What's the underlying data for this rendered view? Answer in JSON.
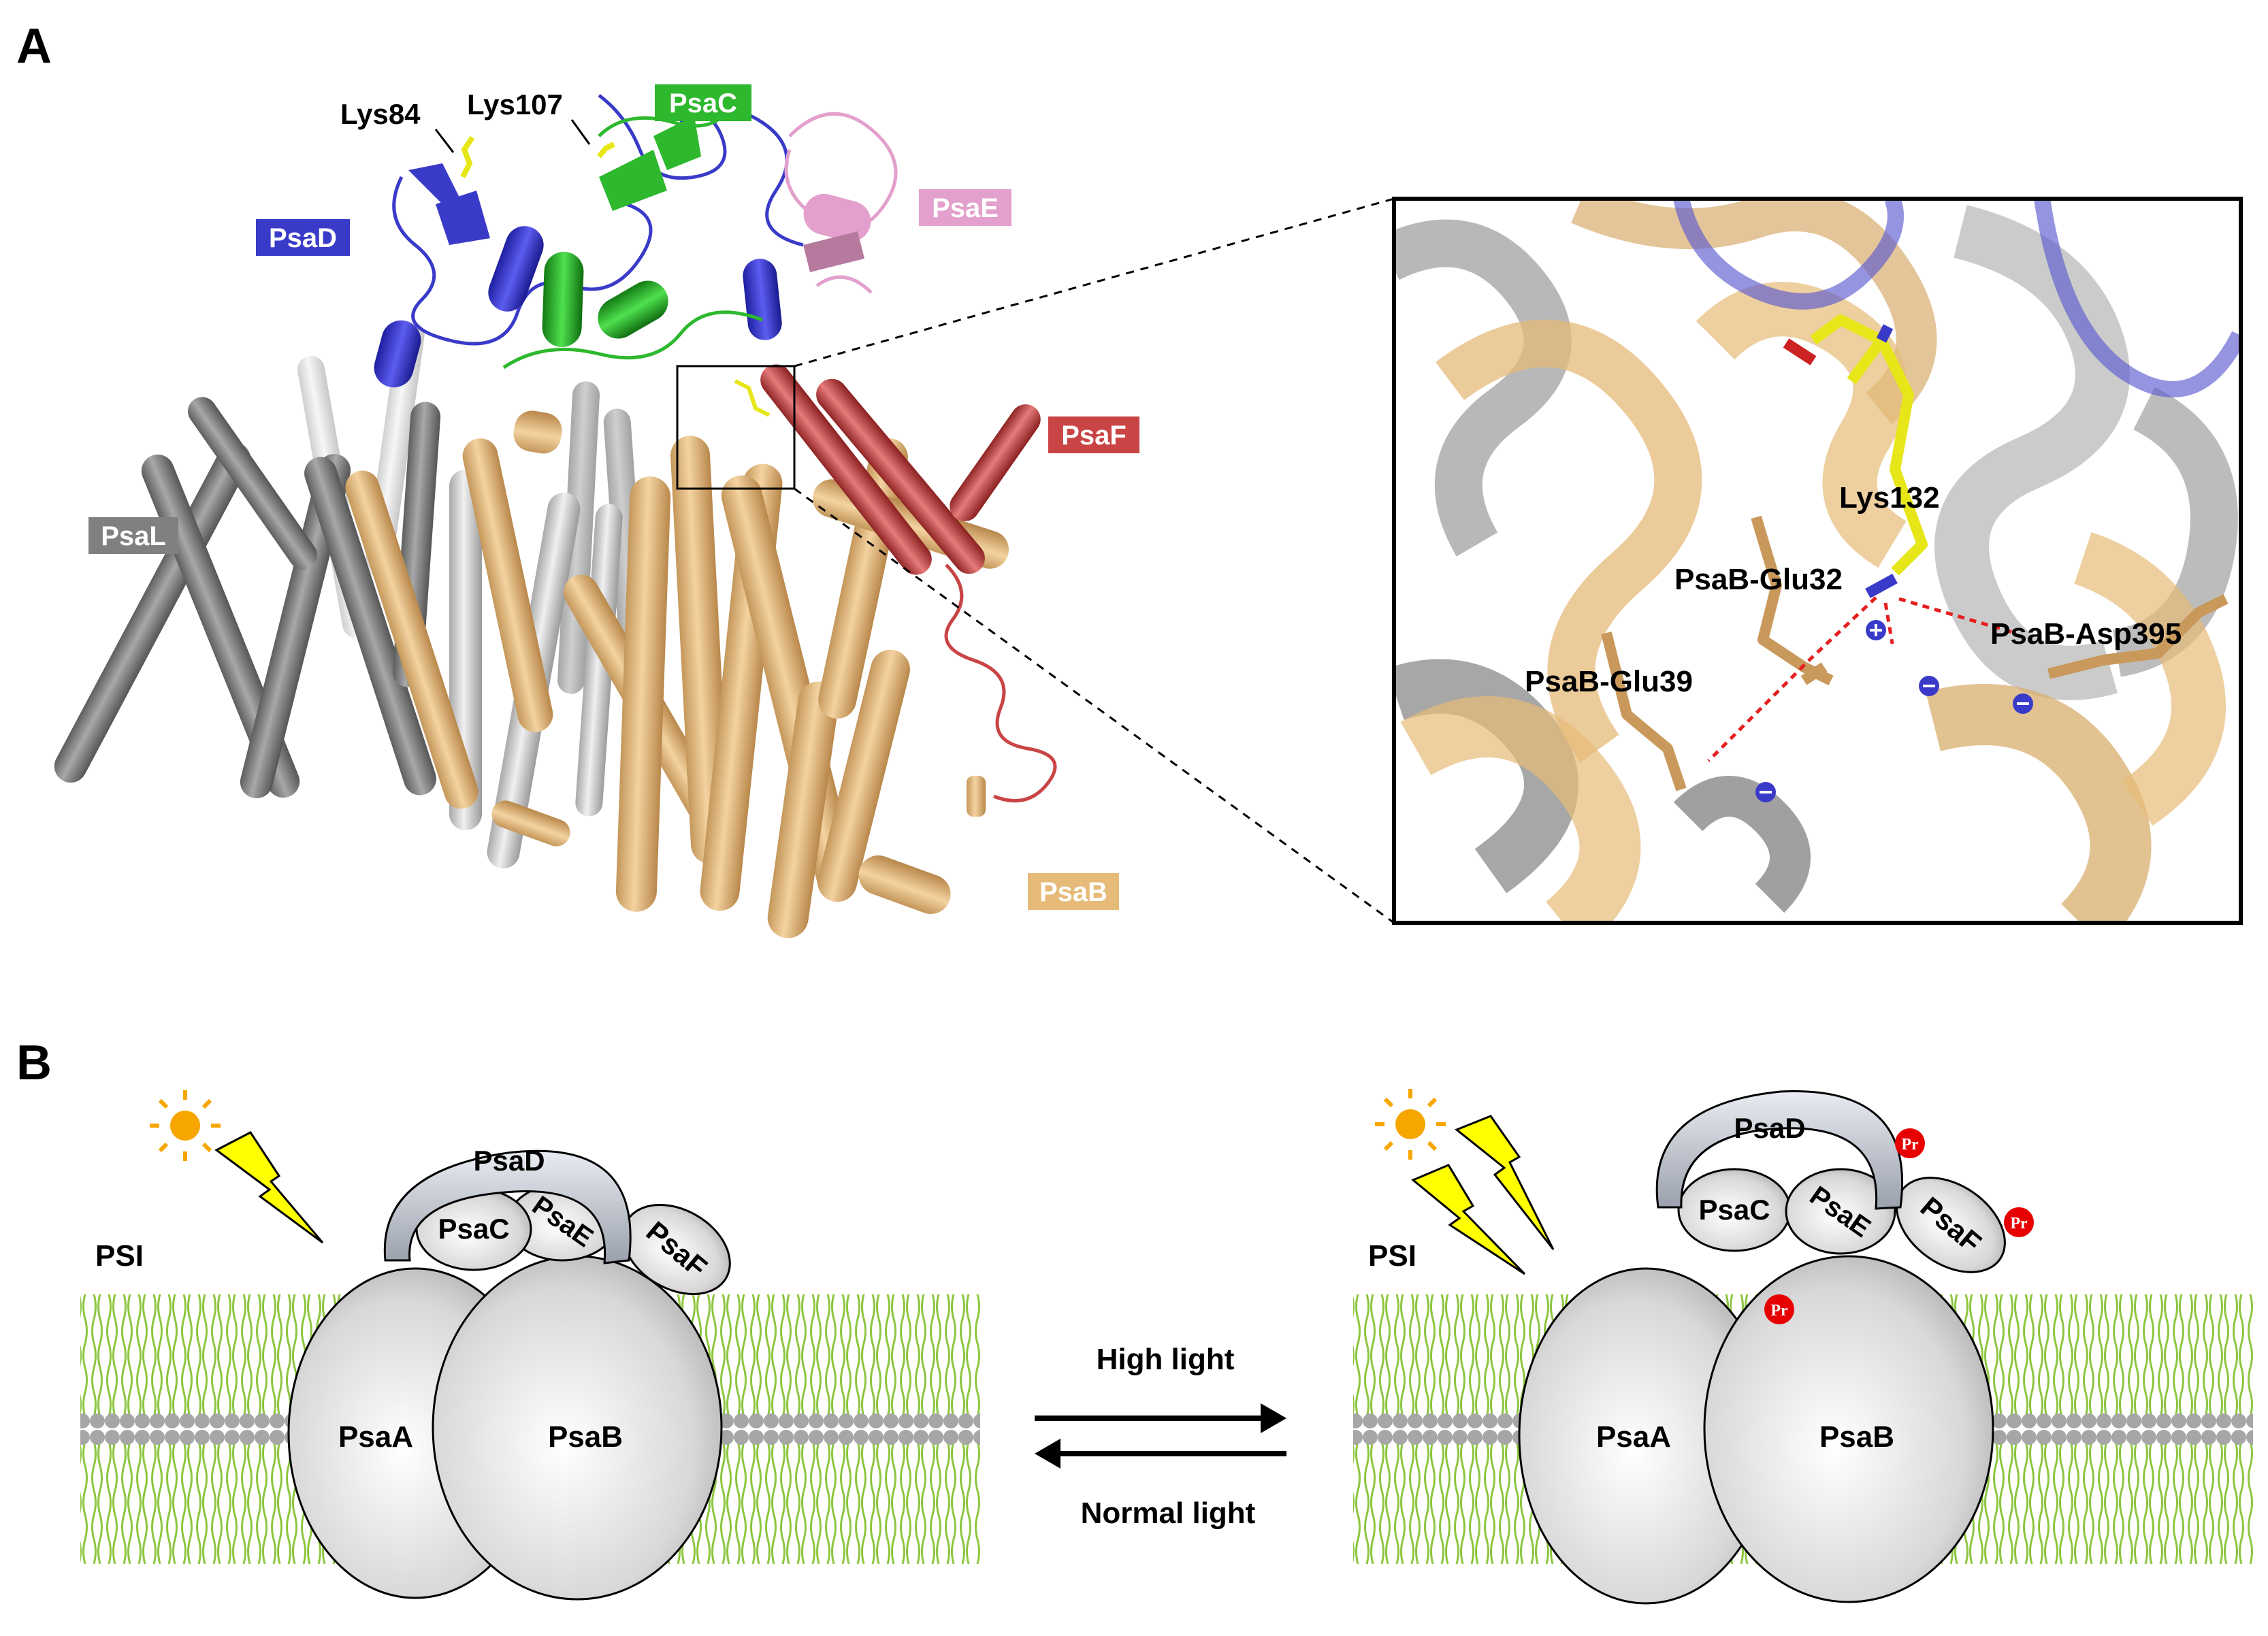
{
  "panel_a": {
    "letter": "A",
    "structure_labels": {
      "lys84": "Lys84",
      "lys107": "Lys107",
      "psac": "PsaC",
      "psad": "PsaD",
      "psae": "PsaE",
      "psaf": "PsaF",
      "psal": "PsaL",
      "psab": "PsaB"
    },
    "zoom_labels": {
      "lys132": "Lys132",
      "glu32": "PsaB-Glu32",
      "asp395": "PsaB-Asp395",
      "glu39": "PsaB-Glu39"
    },
    "colors": {
      "psad": "#3a3ac9",
      "psac": "#2db82d",
      "psae": "#e3a0cc",
      "psaf": "#c94444",
      "psal": "#808080",
      "psab": "#e6ba78",
      "lys": "#e6e619"
    }
  },
  "panel_b": {
    "letter": "B",
    "left": {
      "psi": "PSI",
      "psaa": "PsaA",
      "psab": "PsaB",
      "psac": "PsaC",
      "psad": "PsaD",
      "psae": "PsaE",
      "psaf": "PsaF"
    },
    "right": {
      "psi": "PSI",
      "psaa": "PsaA",
      "psab": "PsaB",
      "psac": "PsaC",
      "psad": "PsaD",
      "psae": "PsaE",
      "psaf": "PsaF",
      "pr": "Pr"
    },
    "arrow_top": "High light",
    "arrow_bottom": "Normal light",
    "colors": {
      "membrane_tail": "#8cc63f",
      "head": "#a6a6a6",
      "pr_badge": "#e60000",
      "sun": "#f7a600",
      "bolt": "#ffff00"
    }
  }
}
